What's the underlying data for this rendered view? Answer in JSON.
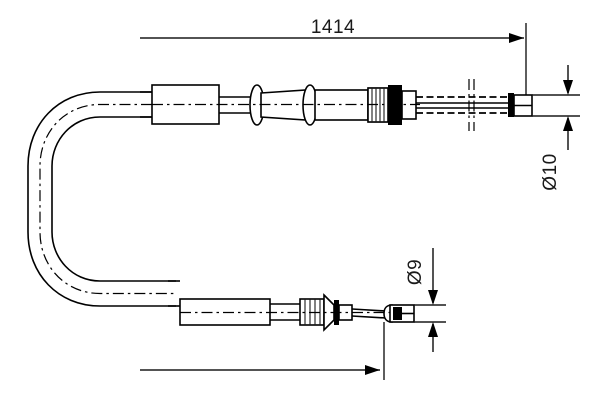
{
  "drawing": {
    "title": "brake-cable-technical-drawing",
    "background_color": "#ffffff",
    "line_color": "#000000",
    "dimension_color": "#1a1a1a"
  },
  "dimensions": {
    "overall_length": {
      "label": "1414",
      "name": "overall-length-dimension",
      "orientation": "horizontal",
      "position": "top"
    },
    "upper_end_diameter": {
      "label": "Ø10",
      "name": "upper-end-diameter-dimension",
      "orientation": "vertical-rotated",
      "position": "right"
    },
    "lower_end_diameter": {
      "label": "Ø9",
      "name": "lower-end-diameter-dimension",
      "orientation": "vertical-rotated",
      "position": "lower-right"
    },
    "lower_reference": {
      "label": "",
      "name": "lower-reference-dimension",
      "orientation": "horizontal",
      "position": "bottom"
    }
  },
  "components": {
    "upper_branch": [
      {
        "name": "cable-conduit-upper",
        "type": "conduit"
      },
      {
        "name": "rectangular-housing",
        "type": "housing-block"
      },
      {
        "name": "grommet-collar-first",
        "type": "oval-collar"
      },
      {
        "name": "tapered-sleeve",
        "type": "tapered-section"
      },
      {
        "name": "grommet-collar-second",
        "type": "oval-collar"
      },
      {
        "name": "cylindrical-ferrule",
        "type": "ferrule"
      },
      {
        "name": "knurled-adjuster-nut",
        "type": "knurled-nut"
      },
      {
        "name": "threaded-rod-hidden",
        "type": "threaded-rod"
      },
      {
        "name": "break-symbol",
        "type": "break-line"
      },
      {
        "name": "upper-end-terminal",
        "type": "end-fitting"
      }
    ],
    "lower_branch": [
      {
        "name": "cable-conduit-lower",
        "type": "conduit"
      },
      {
        "name": "lower-cylindrical-sleeve",
        "type": "sleeve"
      },
      {
        "name": "lower-knurled-nut",
        "type": "knurled-nut"
      },
      {
        "name": "lower-flange-washer",
        "type": "flange"
      },
      {
        "name": "lower-thin-rod",
        "type": "rod"
      },
      {
        "name": "lower-end-eyelet",
        "type": "end-fitting"
      }
    ],
    "bend": {
      "name": "cable-u-bend",
      "type": "curved-conduit"
    }
  }
}
